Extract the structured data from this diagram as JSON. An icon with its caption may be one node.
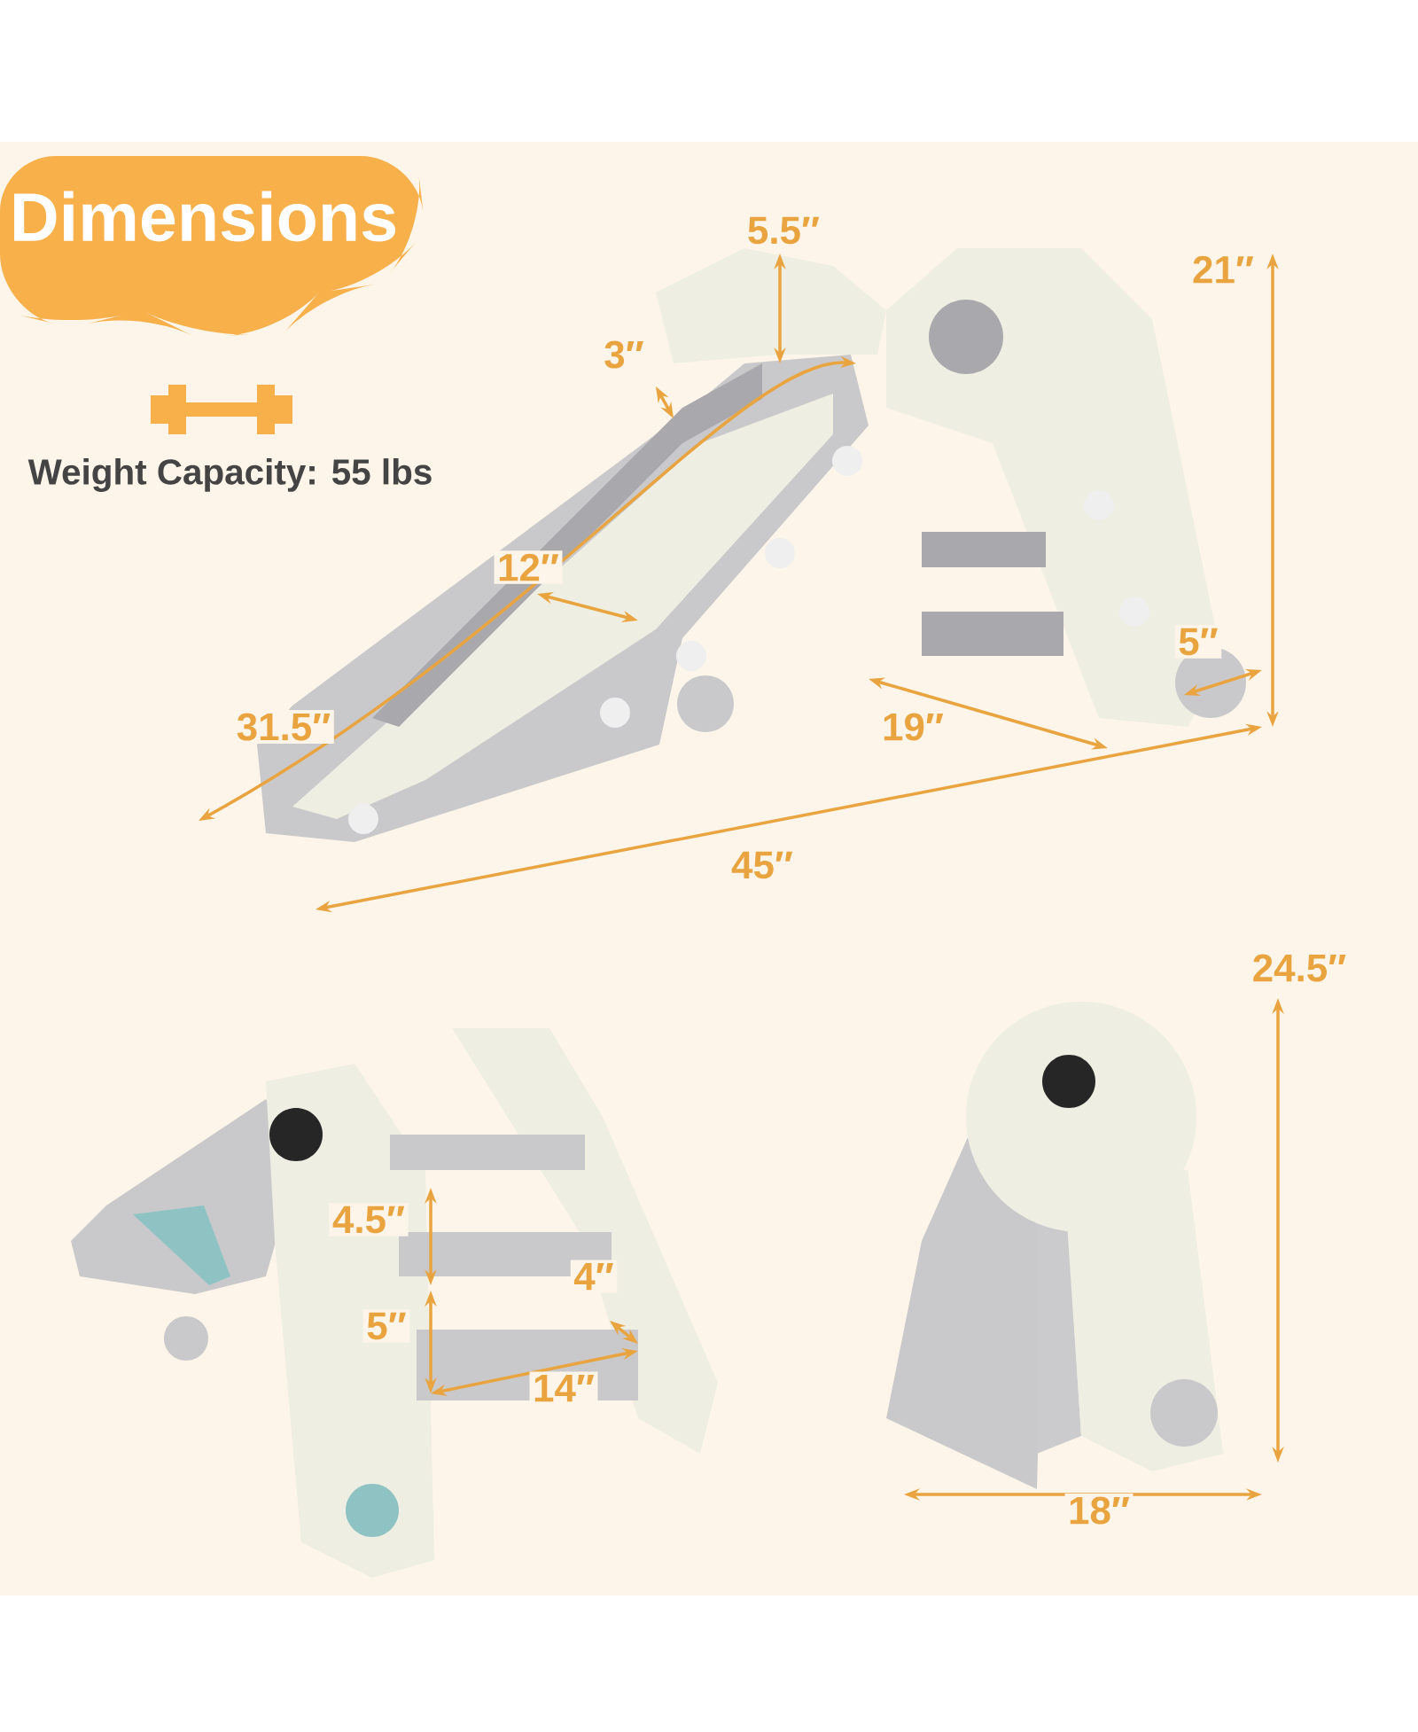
{
  "diagram": {
    "nodes": [
      {
        "text": [
          "Dimensions"
        ]
      }
    ],
    "labels": [
      "Weight Capacity: 55 lbs",
      "5.5″",
      "21″",
      "3″",
      "12″",
      "5″",
      "19″",
      "31.5″",
      "45″",
      "24.5″",
      "4.5″",
      "4″",
      "5″",
      "14″",
      "18″"
    ]
  }
}
